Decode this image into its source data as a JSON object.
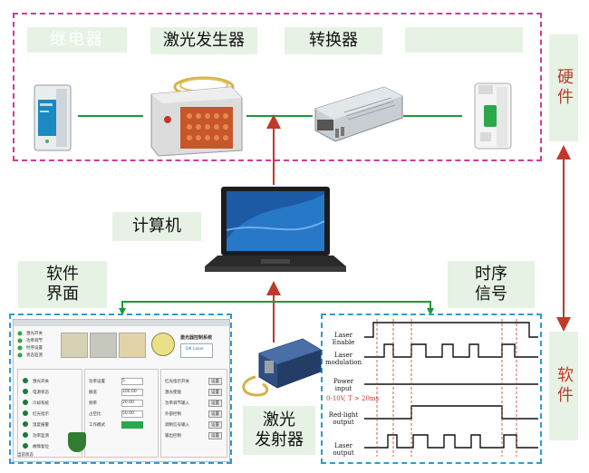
{
  "hardware": {
    "label": "硬件",
    "blurred_label": "继电器",
    "laser_generator": "激光发生器",
    "converter": "转换器"
  },
  "software": {
    "label": "软件"
  },
  "computer": {
    "label": "计算机"
  },
  "sw_interface": {
    "label_line1": "软件",
    "label_line2": "界面"
  },
  "timing": {
    "label_line1": "时序",
    "label_line2": "信号"
  },
  "emitter": {
    "label_line1": "激光",
    "label_line2": "发射器"
  },
  "timing_chart": {
    "signals": [
      "Laser Enable",
      "Laser modulation",
      "Power input",
      "Red-light output",
      "Laser output"
    ],
    "annotation": "0-10V, T > 20ms"
  },
  "ui_panel": {
    "title": "激光器控制系统",
    "brand": "DK Laser",
    "menu": [
      "激光开关",
      "功率调节",
      "时序设置",
      "状态监测"
    ],
    "status_items": [
      "激光开关",
      "电源状态",
      "冷却系统",
      "红光指示",
      "温度报警",
      "功率监测",
      "故障复位"
    ],
    "params": [
      "功率设置",
      "脉宽",
      "频率",
      "占空比",
      "工作模式"
    ],
    "param_values": [
      "5",
      "100.00",
      "20.00",
      "50.00",
      ""
    ],
    "controls": [
      "红光指示开关",
      "激光使能",
      "功率调节输入",
      "外部控制",
      "调制信号输入",
      "输出控制"
    ],
    "control_btn": "设置",
    "footer": "当前状态"
  },
  "colors": {
    "hardware_border": "#cc3c9e",
    "software_border": "#2d9bd6",
    "connector": "#1a9a3a",
    "arrow": "#c0392b",
    "label_bg": "#e6f2e3"
  }
}
